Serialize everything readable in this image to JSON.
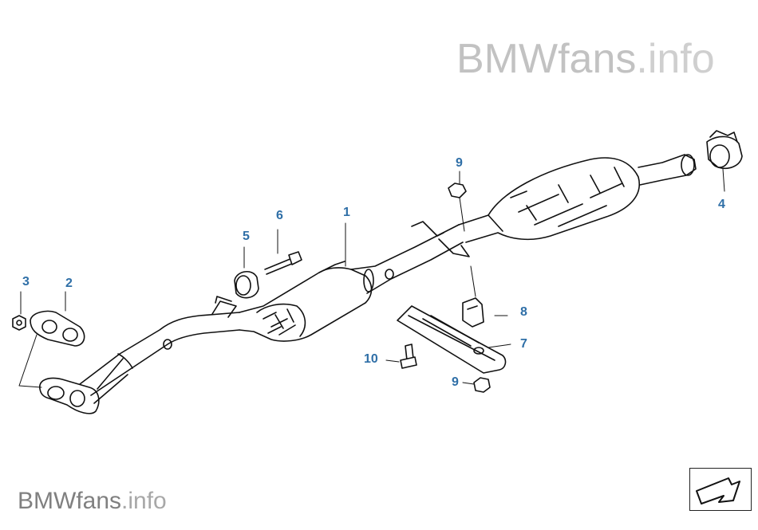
{
  "watermark_top": {
    "brand": "BMWfans",
    "ext": ".info"
  },
  "watermark_bottom": {
    "brand": "BMWfans",
    "ext": ".info"
  },
  "callouts": {
    "c1": "1",
    "c2": "2",
    "c3": "3",
    "c4": "4",
    "c5": "5",
    "c6": "6",
    "c7": "7",
    "c8": "8",
    "c9a": "9",
    "c9b": "9",
    "c10": "10"
  },
  "colors": {
    "callout": "#2f6fa7",
    "line": "#111111",
    "watermark": "#c2c2c2"
  },
  "nav_icon": "arrow-down-right-icon"
}
